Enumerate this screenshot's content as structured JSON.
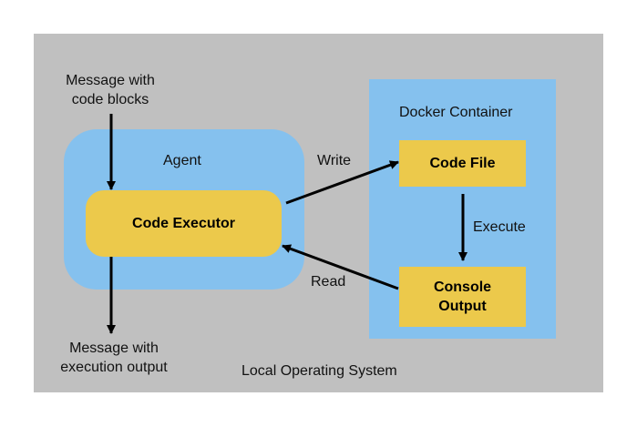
{
  "labels": {
    "os": "Local Operating System",
    "agent": "Agent",
    "docker": "Docker Container",
    "executor": "Code Executor",
    "code_file": "Code File",
    "console_line1": "Console",
    "console_line2": "Output",
    "input_line1": "Message with",
    "input_line2": "code blocks",
    "output_line1": "Message with",
    "output_line2": "execution output",
    "write": "Write",
    "read": "Read",
    "execute": "Execute"
  },
  "colors": {
    "os_background": "#c0c0c0",
    "container_blue": "#85c1ee",
    "box_yellow": "#ecc94b",
    "arrow": "#000000"
  }
}
